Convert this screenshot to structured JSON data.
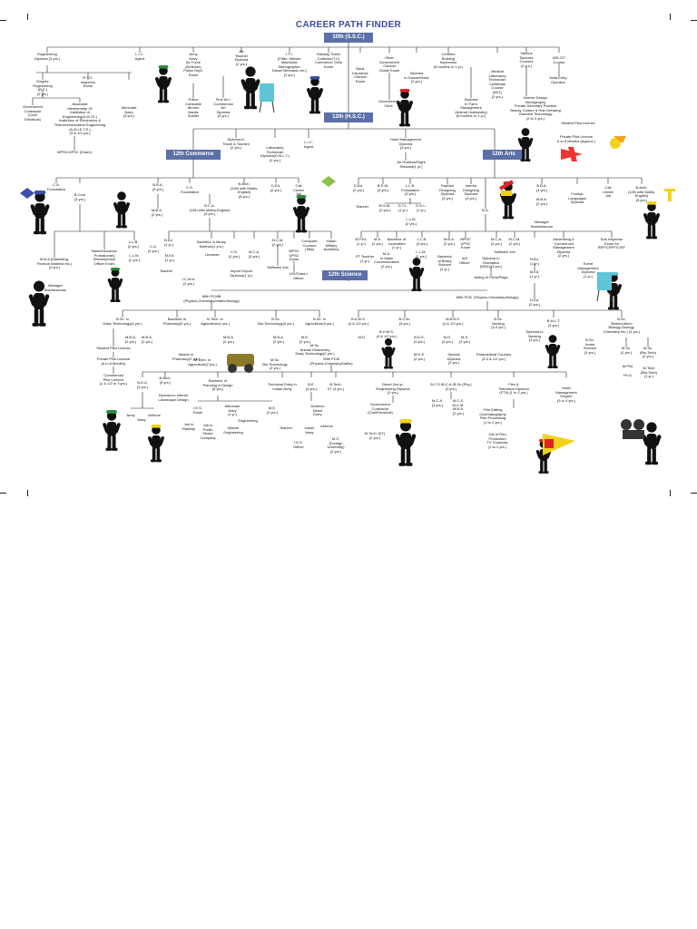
{
  "title": "CAREER PATH FINDER",
  "badges": {
    "tenth": "10th (S.S.C.)",
    "twelfth": "12th (H.S.C.)",
    "commerce": "12th Commerce",
    "arts": "12th Arts",
    "science": "12th Science"
  },
  "tenth_branch": {
    "engineering": "Engineering\nDiploma (3 yrs.)",
    "lic": "L.I.C.\nAgent",
    "army": "Army\nNavy\nAir Force\n(Defense)\nPolice Dept.\nExam",
    "art": "Art\nTeacher\nDiploma\n(2 yrs.)",
    "iti": "I.T.I.\n(Fitter, Welder,\nMachinist,\nStenographer,\nDiesel Mechanic etc.)\n(2 yrs.)",
    "railway": "Railway Ticket\nCollector(T.C)\nCommerce Clerk\nExam",
    "bank": "Bank\nInsurance\nClerical\nExam",
    "govt": "Other\nGovernment\nClerical\nGrade Exam",
    "building": "Certified\nBuilding\nSupervisor\n(6 months or 1 yr.)",
    "dance": "Diploma\nin Dance/Music\n(2 yrs.)",
    "medical_lab": "Medical\nLaboratory\nTechnician\nCertificate\nCourse\n(MLT)\n(2 yrs.)",
    "various_diploma": "Various\nDiploma\nCourses\n(2 yrs.)",
    "mscit": "MS-CIT\nCourse",
    "degree_eng": "Degree\nEngineering\n(B.E.)\n(3 yrs.)",
    "rto": "R.T.O.\nInspector\nExam",
    "associate": "Associate\nMembership Of\nInstitution of\nEngineering(A.M.I.E.)\nInstitution of Electronics &\nTelecommunication Engineering\n(A.M.I.E.T.E.)\n(3 & 1/2 yrs.)",
    "govt_contractor": "Government\nContractor\n(Civil/\nElectrical)",
    "merchant_navy": "Merchant\nNavy\n(3 yrs.)",
    "mpsc": "MPSC/UPSC (Exam)",
    "police": "Police\nConstable\nAirmen\nNaukk\nSoldier",
    "fine_art": "Fine Art /\nCommercial\nArt\nDiploma\n(5 yrs.)",
    "gov_clerk": "Government\nClerk",
    "farm": "Diploma\nIn Farm\nManagement\n(Animal Husbandry)\n(6 months or 1 yr.)",
    "interior": "Interior Design\nStenography\nPrivate Secretary Practice\nBeauty Culture & Hair Dressing\nGarment Technology\n(2 to 3 yrs.)",
    "data_entry": "Data Entry\nOperator",
    "pilot_student": "Student Pilot Licence",
    "pilot_private": "Private Pilot Licence\n6 to 8 Months (Approx.)"
  },
  "twelfth_branch": {
    "travel": "Diploma in\nTravel & Tourism\n(2 yrs.)",
    "dmlt": "Laboratory\nTechnician\nDiploma(D.M.L.T.)\n(2 yrs.)",
    "lic2": "L.I.C.\nAgent",
    "hotel": "Hotel Management\nDiploma\n(3 yrs.)",
    "air_hostess": "Air Hostess/Flight\nSteward(1 yr.)"
  },
  "commerce": {
    "ca_found": "C.A.\nFoundation",
    "bcom": "B.Com\n(3 yrs.)",
    "bba": "B.B.A.\n(3 yrs.)",
    "cs_found": "C.S.\nFoundation",
    "barch_c": "B.Arch.\n(12th with Maths,\nEnglish)\n(5 yrs.)",
    "ded_c": "D.Ed.\n(2 yrs.)",
    "call_centre": "Call\nCenter\nJob",
    "mba_c": "M.B.A.\n(2 yrs.)",
    "bca": "B.C.A.\n(12th with Maths,English)\n(3 yrs.)",
    "llb_c": "L.L.B.\n(2 yrs.)",
    "llm_c": "L.L.M.\n(2 yrs.)",
    "ca": "C.A.\n(3 yrs.)",
    "bed_c": "B.Ed.\n(1 yr.)",
    "med_c": "M.Ed.\n(1 yr.)",
    "teacher_c": "Teacher",
    "icwa": "I.C.W.A.\n(2 yrs.)",
    "blib": "Bachelor in library\nScience(1 yrs.)",
    "librarian": "Librarian",
    "cs": "C.S.\n(2 yrs.)",
    "mca_c": "M.C.A.\n(3 yrs.)",
    "mcm_c": "M.C.M.\n(2 yrs.)",
    "mpsc_c": "MPSC\nUPSC\nExam",
    "tally": "Computer\nCourses\n(Tally)",
    "military": "Indian\nMilitary\nAcademy",
    "import_export": "Import Export\nDiploma(1 yr.)",
    "software_job": "Software Job",
    "officer": "IAS/Class-I\nOfficer",
    "mba_fin": "M.B.A.(Marketing,\nFinance,Material etc.)\n(2 yrs.)",
    "bank_po": "Bank/Insurance\nProbationary\n/Development\nOfficer Exam",
    "manager": "Manager\nBusinessman"
  },
  "arts": {
    "ded_a": "D.Ed.\n(2 yrs.)",
    "bsw": "B.S.W.\n(3 yrs.)",
    "llb_found": "L.L.B.\nFoundation\n(3 yrs.)",
    "fashion": "Fashion\nDesigning\nDiploma\n(3 yrs.)",
    "interior_a": "Interior\nDesigning\nDiploma\n(3 yrs.)",
    "ba": "B.A.",
    "bba_a": "B.B.A.\n(3 yrs.)",
    "mba_a": "M.B.A.\n(2 yrs.)",
    "foreign": "Foreign\nLanguages\nDiploma",
    "call_a": "Call\nCenter\nJob",
    "barch_a": "B.Arch.\n(12th with Maths,\nEnglish)\n(5 yrs.)",
    "teacher_a": "Teacher",
    "msw": "M.S.W.\n(2 yrs.)",
    "dtl": "D.T.L.\n(1 yr.)",
    "ddl": "D.D.L.\n(1 yr.)",
    "llm_a": "L.L.M.\n(2 yrs.)",
    "manager_a": "Manager\nBusinessman",
    "bped": "B.P.Ed.\n(1 yr.)",
    "ma": "M.A.\n(2 yrs.)",
    "journalism": "Bachelor of\nJournalism\n(1 yr.)",
    "llb_a": "L.L.B.\n(3 yrs.)",
    "mba_a2": "M.B.A.\n(2 yrs.)",
    "mpsc_a": "MPSC\nUPSC\nExam",
    "mca_a": "M.C.A.\n(3 yrs.)",
    "mcm_a": "M.C.M.\n(2 yrs.)",
    "software_a": "Software Job",
    "advertising": "Advertising &\nCommercial\nManagement\nDiploma\n(2 yrs.)",
    "sub_inspector": "Sub Inspector\nExam for\nBSF/CRPF/CISF",
    "pt_teacher": "PT Teacher\n(1 yr.)",
    "mass_comm": "M.A.\nIn Mass\nCommunication\n(2 yrs.)",
    "llm_a2": "L.L.M.\n(2 yrs.)",
    "blib_a": "Bachelor\nof library\nScience\n(1 yr.)",
    "ias_a": "IAS\nOfficer",
    "drama": "Diploma In\nDramatics\n(NSD) (3 yrs.)",
    "bed_a": "B.Ed.\n(1 yr.)",
    "med_a": "M.Ed.\n(1 yr.)",
    "event": "Event\nManagement\nDiploma\n(1 yr.)",
    "acting": "Acting In Films/Plays",
    "ded_a2": "D.Ed.\n(2 yrs.)"
  },
  "science": {
    "pcmb": "With PCMB\n(Physics,Chemistry,Maths,Biology)",
    "pcb": "With PCB  (Physics,Chemistry,Biology)",
    "pcm": "With PCM\n(Physics,Chemistry,Maths)",
    "bsc_dairy": "B.Sc. in\nDairy Technology(4 yrs.)",
    "bpharm": "Bachelor of\nPharmacy(3 yrs.)",
    "btech_agri": "B.Tech. in\nAgriculture(4 yrs.)",
    "bsc_bio": "B.Sc.\nBio-Technology(4 yrs.)",
    "bsc_agri": "B.Sc. in\nAgriculture(4 yrs.)",
    "mba_s1": "M.B.A.\n(2 yrs.)",
    "mba_s2": "M.B.A.\n(2 yrs.)",
    "mba_s3": "M.B.A.\n(2 yrs.)",
    "mba_s4": "M.B.A.\n(2 yrs.)",
    "me_s": "M.E.\n(2 yrs.)",
    "msc_animal": "M.Sc.\nAnimal Husbandry\nDairy Technology(2 yrs.)",
    "student_pilot": "Student Pilot Licence",
    "private_pilot": "Private Pilot Licence\n(6 to 8 Months)",
    "commercial_pilot": "Commercial\nPilot Licence\n(2 & 1/2 to 3 yrs.)",
    "master_pharm": "Master in\nPharmacy(2 yrs.)",
    "mtech_agri": "M.Tech. in\nAgriculture(2 yrs.)",
    "msc_bio": "M.Sc.\nBio-Technology\n(2 yrs.)",
    "bams": "B.A.M.S.\n(4 & 1/2 yrs.)",
    "bvsc": "B.V.Sc.\n(5 yrs.)",
    "mbbs": "M.B.B.S.\n(4 & 1/2 yrs.)",
    "bsc_nursing": "B.Sc.\nNursing\n(3-4 yrs.)",
    "bmlt": "B.M.L.T.\n(3 yrs.)",
    "bsc_micro": "B.Sc.\nBiotam,Micro\nBiology,Zoology,\nChemistry etc.) (3 yrs.)",
    "md": "M.D.",
    "bhms": "B.H.M.S.\n(4 & 1/2 yrs.)",
    "bds": "B.D.S.\n(4 yrs.)",
    "md2": "M.D.\n(3 yrs.)",
    "ms2": "M.S.\n(3 yrs.)",
    "mds": "M.D.S.\n(2 yrs.)",
    "special": "Special\nDiploma\n(2 yrs.)",
    "paramedical": "Paramedical Courses\n(3-4 & 1/2 yrs.)",
    "nursing_dip": "Diploma in\nNursing\n(3 yrs.)",
    "home_sci": "B.Sc.\nHome\nScience\n(3 yrs.)",
    "msc1": "M.Sc.\n(2 yrs.)",
    "msc2": "M.Sc.\n(Bio-Tech)\n(2 yrs.)",
    "mphil": "M.Phil.",
    "mtech2": "M.Tech\n(Bio-Tech)\n(1 yr.)",
    "phd": "Ph.D.",
    "nda": "N.D.A.\n(3 yrs.)",
    "barch_s": "B.Arch.\n(5 yrs.)",
    "landscape": "Diploma in Interior\nLandscape Design",
    "bplanning": "Bachelor of\nPlanning & Design\n(5 yrs.)",
    "tech_entry": "Technical Entry in\nIndian Army",
    "be_s": "B.E.\n(4 yrs.)",
    "btech_s": "B.Tech.\nIIT (4 yrs.)",
    "direct_2nd": "Direct 2nd yr.\nEngineering Diploma\n(2 yrs.)",
    "bcs": "B.C.S./B.C.A./B.Sc.(Phy.)\n(3 yrs.)",
    "film_dip": "Film &\nTelevision Diploma\n(FTII) (1 to 2 yrs.)",
    "hotel_s": "Hotel\nManagement\nDegree\n(3 to 4 yrs.)",
    "army": "Army",
    "navy": "Navy",
    "airforce": "Airforce",
    "ies": "I.E.S.\nExam",
    "merchant_navy_s": "Merchant\nNavy\n(1 yr.)",
    "engineering": "Engineering",
    "marine": "Marine\nEngineering",
    "me2": "M.E.\n(2 yrs.)",
    "teacher_s": "Teacher",
    "ies_officer": "I.E.S.\nOfficer",
    "defence": "Defence\nDirect\nEntry",
    "indian_navy": "Indian\nNavy",
    "airforce2": "Airforce",
    "ms_foreign": "M.S.\n(Foreign\nUniversity)\n(2 yrs.)",
    "govt_contractor": "Government\nContractor\n(Civil/Electrical)",
    "mtech_iit": "M.Tech. (IIT)\n(2 yrs.)",
    "mca_s": "M.C.A.\n(3 yrs.)",
    "mcs": "M.C.S.\nM.C.M.\nM.B.A.\n(2 yrs.)",
    "film_editing": "Film Editing\nCinematography\nFilm Processing\n(1 to 2 yrs.)",
    "film_job": "Job in Film\nProduction\nTV Channels\n(1 to 2 yrs.)",
    "railway_job": "Job in\nRailway",
    "public_sector": "Job in\nPublic\nSector\nCompany"
  },
  "colors": {
    "badge": "#5b6fa8",
    "title": "#3a4e9a",
    "line": "#222222",
    "accent_yellow": "#f2d21b",
    "accent_red": "#e02424",
    "accent_green": "#2f8a3a",
    "accent_blue": "#3b4fa8",
    "accent_cyan": "#5ec6d6"
  }
}
